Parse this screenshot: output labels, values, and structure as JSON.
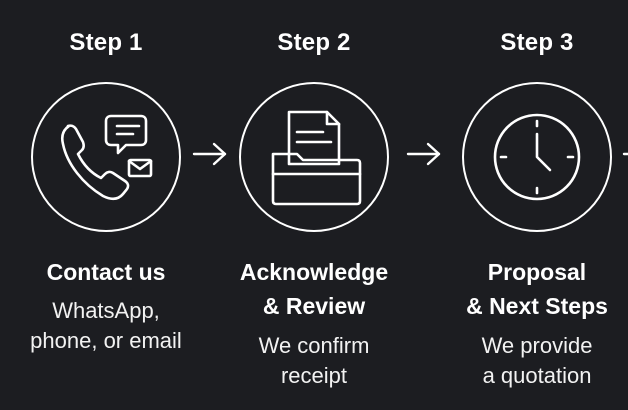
{
  "steps": [
    {
      "label": "Step 1",
      "icon": "phone-chat-icon",
      "title_lines": [
        "Contact us"
      ],
      "desc_lines": [
        "WhatsApp,",
        "phone, or email"
      ]
    },
    {
      "label": "Step 2",
      "icon": "folder-document-icon",
      "title_lines": [
        "Acknowledge",
        "& Review"
      ],
      "desc_lines": [
        "We confirm",
        "receipt"
      ]
    },
    {
      "label": "Step 3",
      "icon": "clock-icon",
      "title_lines": [
        "Proposal",
        "& Next Steps"
      ],
      "desc_lines": [
        "We provide",
        "a quotation"
      ]
    }
  ],
  "colors": {
    "background": "#1c1d21",
    "foreground": "#ffffff"
  }
}
